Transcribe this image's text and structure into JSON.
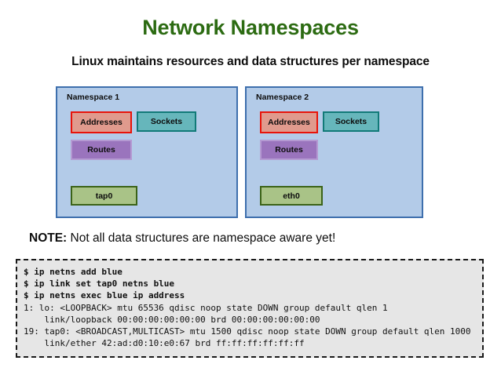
{
  "slide": {
    "title": "Network Namespaces",
    "subtitle": "Linux maintains resources and data structures per namespace"
  },
  "colors": {
    "title_green": "#2c6b12",
    "namespace_fill": "#b3cbe8",
    "namespace_border": "#3e6fad",
    "addresses_fill": "#e09a8d",
    "addresses_border": "#e8130a",
    "sockets_fill": "#66b6bb",
    "sockets_border": "#117a78",
    "routes_fill": "#9a74bd",
    "routes_border": "#b49ad2",
    "interface_fill": "#a9c387",
    "interface_border": "#3b6318",
    "terminal_fill": "#e6e6e6",
    "terminal_border": "#1a1a1a"
  },
  "namespaces": [
    {
      "label": "Namespace 1",
      "addresses": "Addresses",
      "sockets": "Sockets",
      "routes": "Routes",
      "interface": "tap0"
    },
    {
      "label": "Namespace 2",
      "addresses": "Addresses",
      "sockets": "Sockets",
      "routes": "Routes",
      "interface": "eth0"
    }
  ],
  "note": {
    "label": "NOTE:",
    "text": " Not all data structures are namespace aware yet!"
  },
  "terminal": {
    "lines": [
      {
        "type": "command",
        "text": "$ ip netns add blue"
      },
      {
        "type": "command",
        "text": "$ ip link set tap0 netns blue"
      },
      {
        "type": "command",
        "text": "$ ip netns exec blue ip address"
      },
      {
        "type": "output",
        "text": "1: lo: <LOOPBACK> mtu 65536 qdisc noop state DOWN group default qlen 1"
      },
      {
        "type": "output",
        "text": "    link/loopback 00:00:00:00:00:00 brd 00:00:00:00:00:00"
      },
      {
        "type": "output",
        "text": "19: tap0: <BROADCAST,MULTICAST> mtu 1500 qdisc noop state DOWN group default qlen 1000"
      },
      {
        "type": "output",
        "text": "    link/ether 42:ad:d0:10:e0:67 brd ff:ff:ff:ff:ff:ff"
      }
    ]
  }
}
